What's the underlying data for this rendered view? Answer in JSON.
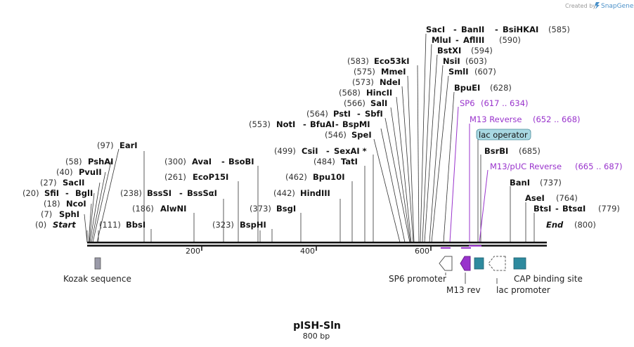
{
  "header": {
    "created_by": "Created by",
    "brand": "SnapGene"
  },
  "map": {
    "name": "pISH-Sln",
    "length_label": "800 bp",
    "ticks": [
      "200",
      "400",
      "600"
    ],
    "start_label": "Start",
    "start_pos": "(0)",
    "end_label": "End",
    "end_pos": "(800)"
  },
  "enzymes": [
    {
      "name": "SphI",
      "pos": "(7)"
    },
    {
      "name": "NcoI",
      "pos": "(18)"
    },
    {
      "name": "SfiI",
      "name2": "BglI",
      "pos": "(20)"
    },
    {
      "name": "SacII",
      "pos": "(27)"
    },
    {
      "name": "PvuII",
      "pos": "(40)"
    },
    {
      "name": "PshAI",
      "pos": "(58)"
    },
    {
      "name": "EarI",
      "pos": "(97)"
    },
    {
      "name": "BbsI",
      "pos": "(111)"
    },
    {
      "name": "AlwNI",
      "pos": "(186)"
    },
    {
      "name": "BssSI",
      "name2": "BssSαI",
      "pos": "(238)"
    },
    {
      "name": "EcoP15I",
      "pos": "(261)"
    },
    {
      "name": "AvaI",
      "name2": "BsoBI",
      "pos": "(300)"
    },
    {
      "name": "BspHI",
      "pos": "(323)"
    },
    {
      "name": "BsgI",
      "pos": "(373)"
    },
    {
      "name": "HindIII",
      "pos": "(442)"
    },
    {
      "name": "Bpu10I",
      "pos": "(462)"
    },
    {
      "name": "TatI",
      "pos": "(484)"
    },
    {
      "name": "CsiI",
      "name2": "SexAI *",
      "pos": "(499)"
    },
    {
      "name": "SpeI",
      "pos": "(546)"
    },
    {
      "name": "NotI",
      "name2": "BfuAI",
      "name3": "BspMI",
      "pos": "(553)"
    },
    {
      "name": "PstI",
      "name2": "SbfI",
      "pos": "(564)"
    },
    {
      "name": "SalI",
      "pos": "(566)"
    },
    {
      "name": "HincII",
      "pos": "(568)"
    },
    {
      "name": "NdeI",
      "pos": "(573)"
    },
    {
      "name": "MmeI",
      "pos": "(575)"
    },
    {
      "name": "Eco53kI",
      "pos": "(583)"
    },
    {
      "name": "SacI",
      "name2": "BanII",
      "name3": "BsiHKAI",
      "pos": "(585)"
    },
    {
      "name": "MluI",
      "name2": "AflIII",
      "pos": "(590)"
    },
    {
      "name": "BstXI",
      "pos": "(594)"
    },
    {
      "name": "NsiI",
      "pos": "(603)"
    },
    {
      "name": "SmlI",
      "pos": "(607)"
    },
    {
      "name": "BpuEI",
      "pos": "(628)"
    },
    {
      "name": "BsrBI",
      "pos": "(685)"
    },
    {
      "name": "BanI",
      "pos": "(737)"
    },
    {
      "name": "AseI",
      "pos": "(764)"
    },
    {
      "name": "BtsI",
      "name2": "BtsαI",
      "pos": "(779)"
    }
  ],
  "primers": [
    {
      "name": "SP6",
      "range": "(617 .. 634)"
    },
    {
      "name": "M13 Reverse",
      "range": "(652 .. 668)"
    },
    {
      "name": "M13/pUC Reverse",
      "range": "(665 .. 687)"
    }
  ],
  "lac_operator": "lac operator",
  "features": {
    "kozak": "Kozak sequence",
    "sp6_promoter": "SP6 promoter",
    "m13_rev": "M13 rev",
    "lac_promoter": "lac promoter",
    "cap_site": "CAP binding site"
  },
  "colors": {
    "primer": "#9933cc",
    "feature_teal": "#2e8a9e",
    "feature_purple": "#9933cc",
    "lac_operator_bg": "#a8d8e2"
  }
}
